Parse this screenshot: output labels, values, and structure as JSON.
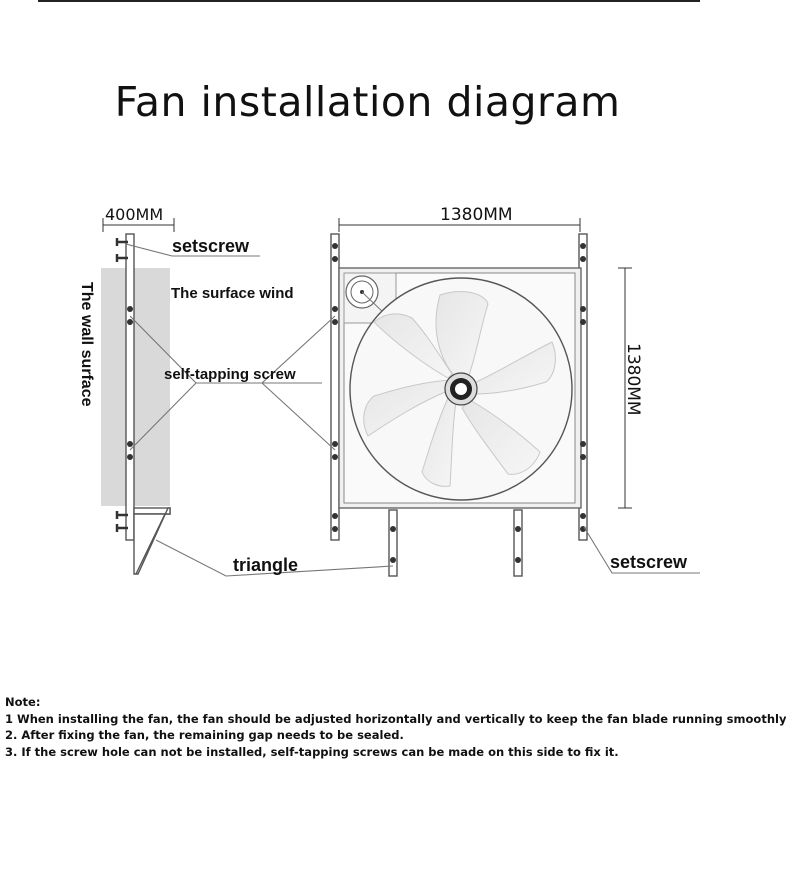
{
  "title": "Fan installation diagram",
  "labels": {
    "setscrew_top": "setscrew",
    "surface_wind": "The surface wind",
    "wall_surface": "The wall surface",
    "self_tapping": "self-tapping screw",
    "triangle": "triangle",
    "setscrew_bottom": "setscrew"
  },
  "dimensions": {
    "depth": "400MM",
    "width": "1380MM",
    "height": "1380MM"
  },
  "notes": {
    "heading": "Note:",
    "items": [
      "1 When installing the fan, the fan should be adjusted horizontally and vertically to keep the fan blade running smoothly",
      "2. After fixing the fan, the remaining gap needs to be sealed.",
      "3. If the screw hole can not be installed, self-tapping screws can be made on this side to fix it."
    ]
  }
}
